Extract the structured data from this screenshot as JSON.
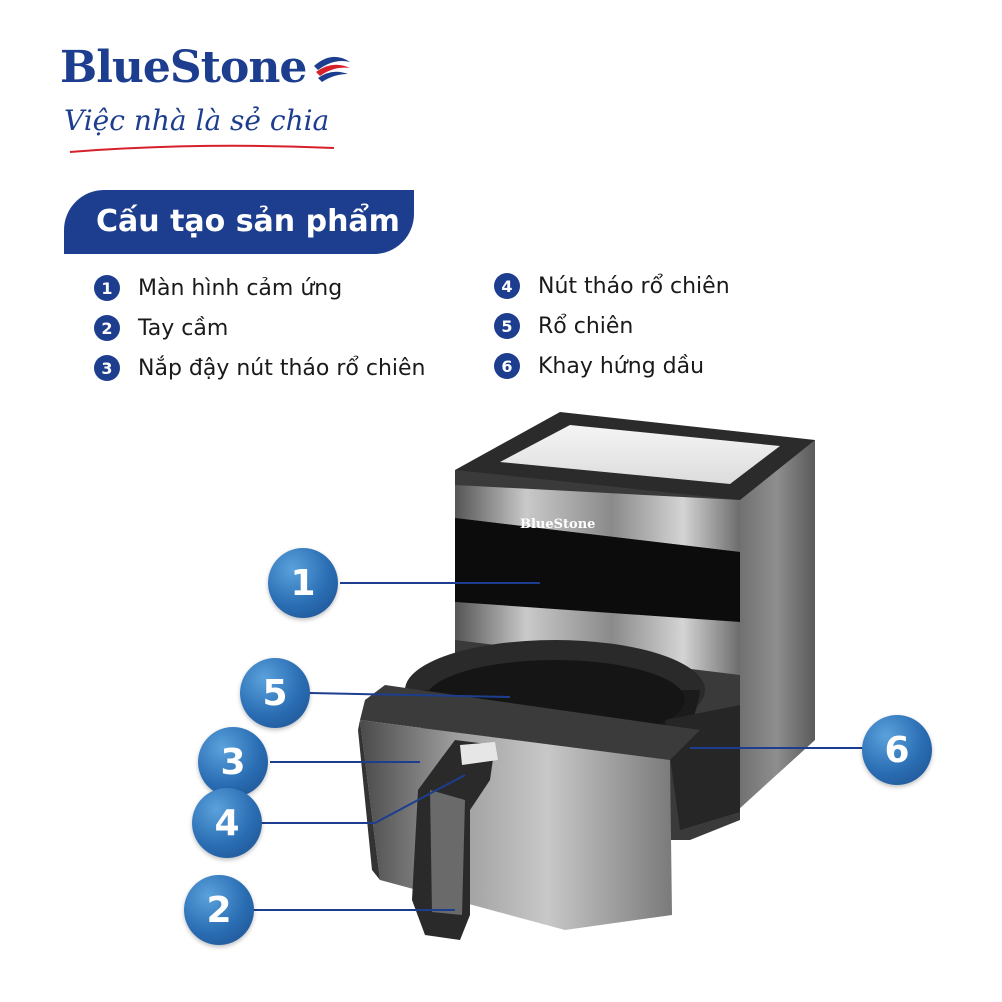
{
  "brand": {
    "name": "BlueStone",
    "tagline": "Việc nhà là sẻ chia",
    "accent_color": "#1d3e8f",
    "secondary_color": "#d6202a"
  },
  "section": {
    "title": "Cấu tạo sản phẩm"
  },
  "legend": [
    {
      "number": "1",
      "label": "Màn hình cảm ứng"
    },
    {
      "number": "2",
      "label": "Tay cầm"
    },
    {
      "number": "3",
      "label": "Nắp đậy nút tháo rổ chiên"
    },
    {
      "number": "4",
      "label": "Nút tháo rổ chiên"
    },
    {
      "number": "5",
      "label": "Rổ chiên"
    },
    {
      "number": "6",
      "label": "Khay hứng dầu"
    }
  ],
  "product": {
    "device_brand": "BlueStone"
  },
  "callouts": [
    "1",
    "5",
    "3",
    "4",
    "2",
    "6"
  ]
}
